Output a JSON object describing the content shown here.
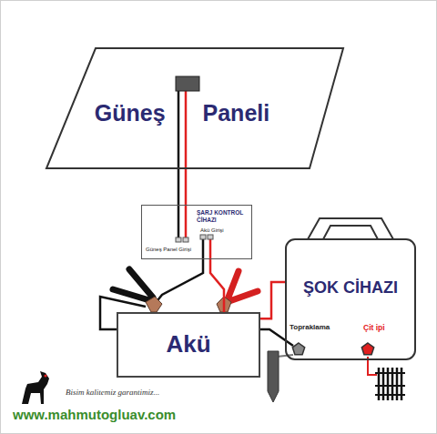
{
  "diagram": {
    "nodes": [
      {
        "text": [
          "Güneş Paneli"
        ]
      },
      {
        "text": [
          "ŞARJ KONTROL CİHAZI",
          "Akü Girişi",
          "Güneş Panel Girişi"
        ]
      },
      {
        "text": [
          "Akü"
        ]
      },
      {
        "text": [
          "ŞOK CİHAZI",
          "Topraklama",
          "Çit ipi"
        ]
      }
    ],
    "edges": [
      {
        "from": 0,
        "to": 1,
        "arrow": "none"
      },
      {
        "from": 1,
        "to": 2,
        "arrow": "none"
      },
      {
        "from": 2,
        "to": 3,
        "arrow": "none"
      }
    ],
    "labels": [
      "Bisim kalitemiz garantimiz...",
      "www.mahmutogluav.com"
    ]
  }
}
